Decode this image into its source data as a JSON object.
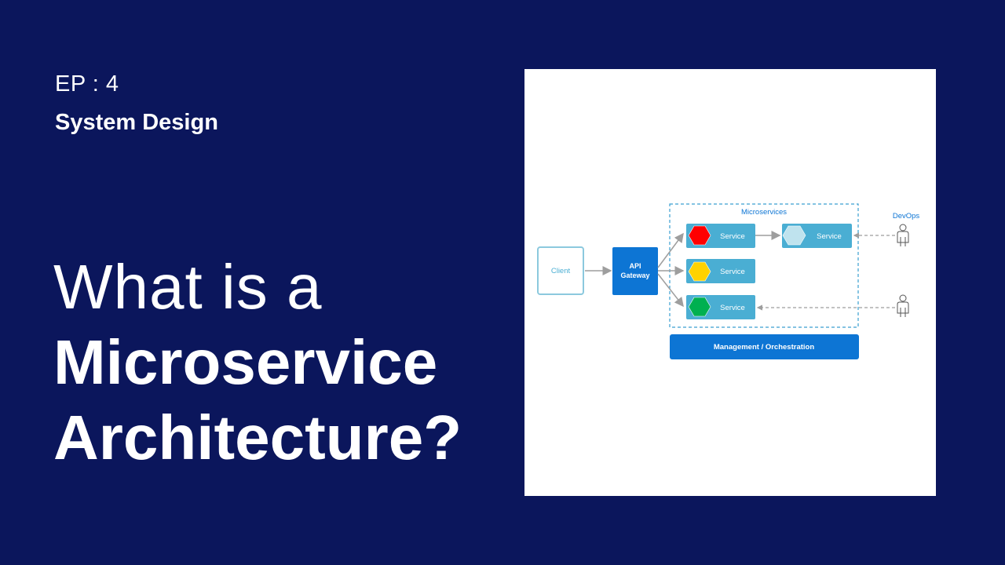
{
  "episode": "EP : 4",
  "series": "System Design",
  "headline": {
    "line1": "What is a",
    "line2": "Microservice",
    "line3": "Architecture?"
  },
  "diagram": {
    "client": "Client",
    "gateway_line1": "API",
    "gateway_line2": "Gateway",
    "group_label": "Microservices",
    "services": [
      {
        "label": "Service",
        "color": "#ff0000"
      },
      {
        "label": "Service",
        "color": "#ffd200"
      },
      {
        "label": "Service",
        "color": "#00b050"
      },
      {
        "label": "Service",
        "color": "#bfe3ee"
      }
    ],
    "devops": "DevOps",
    "management": "Management / Orchestration",
    "colors": {
      "accent_blue": "#0d75d4",
      "service_box": "#4aaed3",
      "dashed_border": "#3a9fd0",
      "arrow": "#9e9e9e"
    }
  }
}
